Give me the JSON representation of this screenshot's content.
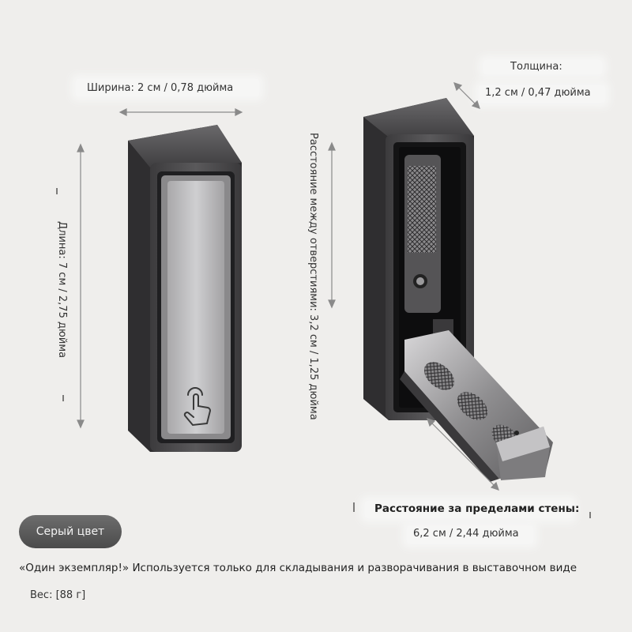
{
  "labels": {
    "width": "Ширина: 2 см / 0,78 дюйма",
    "thickness_title": "Толщина:",
    "thickness_value": "1,2 см / 0,47 дюйма",
    "length": "Длина: 7 см / 2,75 дюйма",
    "hole_distance": "Расстояние между отверстиями: 3,2 см / 1,25 дюйма",
    "out_of_wall_title": "Расстояние за пределами стены:",
    "out_of_wall_value": "6,2 см / 2,44 дюйма"
  },
  "color_badge": "Серый цвет",
  "note": "«Один экземпляр!» Используется только для складывания и разворачивания в выставочном виде",
  "weight": "Вес: [88 г]",
  "colors": {
    "background": "#efeeec",
    "metal_dark": "#4a494b",
    "metal_light": "#b9b8ba",
    "badge": "#555555"
  }
}
